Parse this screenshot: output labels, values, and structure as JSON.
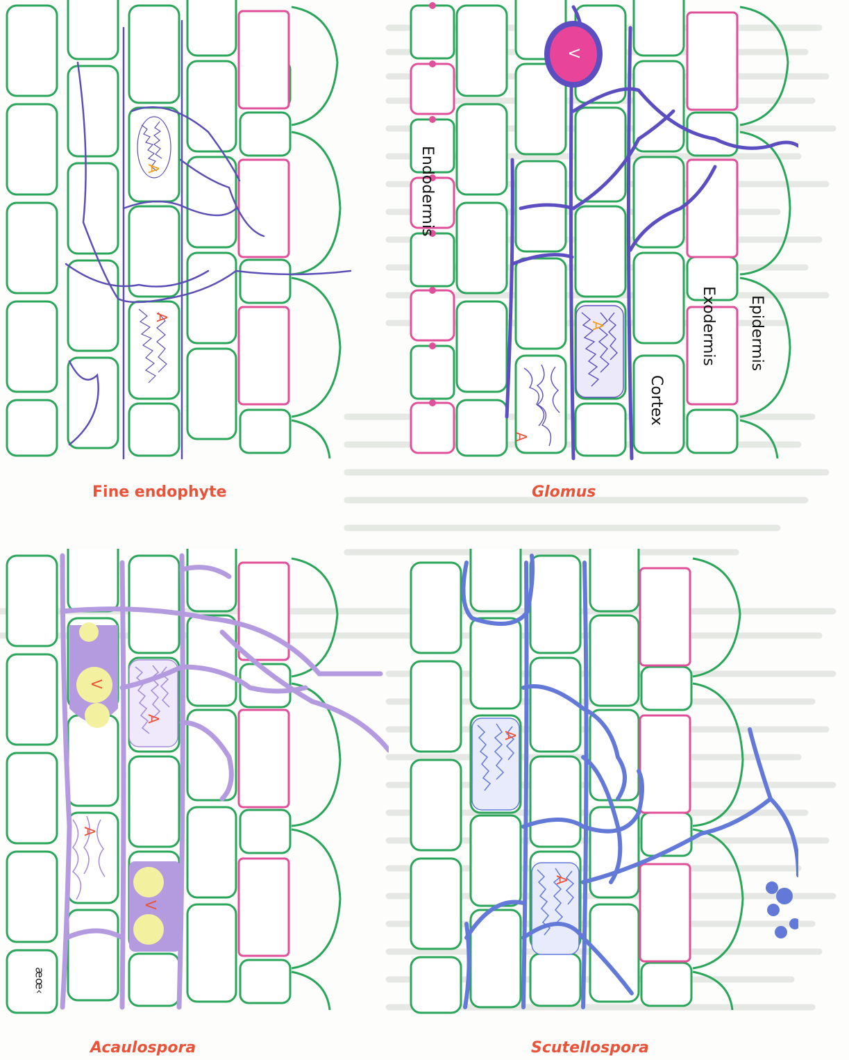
{
  "panels": {
    "fine_endophyte": {
      "caption": "Fine endophyte",
      "arbuscule_label": "A"
    },
    "glomus": {
      "caption": "Glomus",
      "vesicle_label": "V",
      "arbuscule_label": "A"
    },
    "acaulospora": {
      "caption": "Acaulospora",
      "vesicle_label": "V",
      "arbuscule_label": "A"
    },
    "scutellospora": {
      "caption": "Scutellospora",
      "arbuscule_label": "A"
    }
  },
  "layer_labels": {
    "endodermis": "Endodermis",
    "exodermis": "Exodermis",
    "epidermis": "Epidermis",
    "cortex": "Cortex"
  },
  "corner_mark": "æœ‹",
  "colors": {
    "cell_wall": "#2aa55a",
    "exodermis_wall": "#e0509a",
    "caption": "#e8533a",
    "fine_hyphae": "#5b4fb5",
    "glomus_hyphae": "#5a4ec0",
    "vesicle_fill": "#e8449a",
    "acaulospora_hyphae": "#b49be0",
    "lipid": "#f3f0a0",
    "scutellospora_hyphae": "#6279d8"
  }
}
